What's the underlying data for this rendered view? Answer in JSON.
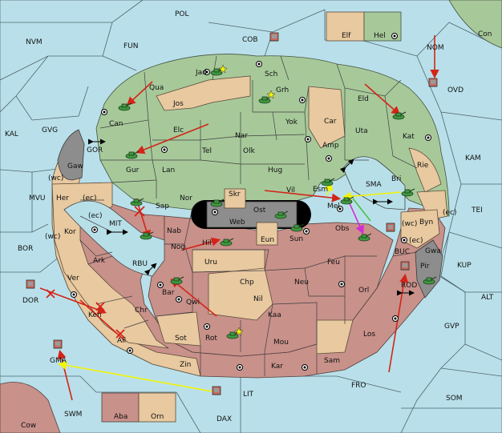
{
  "territories": {
    "POL": "POL",
    "NVM": "NVM",
    "FUN": "FUN",
    "COB": "COB",
    "Elf": "Elf",
    "Hel": "Hel",
    "Con": "Con",
    "NOM": "NOM",
    "OVD": "OVD",
    "KAL": "KAL",
    "GVG": "GVG",
    "GOR": "GOR",
    "Gaw": "Gaw",
    "wc1": "(wc)",
    "MVU": "MVU",
    "Her": "Her",
    "ec1": "(ec)",
    "Kor": "Kor",
    "wc2": "(wc)",
    "ec2": "(ec)",
    "MIT": "MIT",
    "BOR": "BOR",
    "Ark": "Ark",
    "RBU": "RBU",
    "Ver": "Ver",
    "DOR": "DOR",
    "Ken": "Ken",
    "Chr": "Chr",
    "Ail": "Ail",
    "GMA": "GMA",
    "SWM": "SWM",
    "Cow": "Cow",
    "Aba": "Aba",
    "Orn": "Orn",
    "DAX": "DAX",
    "LIT": "LIT",
    "Zin": "Zin",
    "Kar": "Kar",
    "Sam": "Sam",
    "FRO": "FRO",
    "SOM": "SOM",
    "GVP": "GVP",
    "ALT": "ALT",
    "KUP": "KUP",
    "TEI": "TEI",
    "KAM": "KAM",
    "Jad": "Jad",
    "Sch": "Sch",
    "Qua": "Qua",
    "Jos": "Jos",
    "Grh": "Grh",
    "Can": "Can",
    "Elc": "Elc",
    "Nar": "Nar",
    "Yok": "Yok",
    "Car": "Car",
    "Eld": "Eld",
    "Kat": "Kat",
    "Uta": "Uta",
    "Gur": "Gur",
    "Tel": "Tel",
    "Olk": "Olk",
    "Amp": "Amp",
    "Lan": "Lan",
    "Hug": "Hug",
    "Rie": "Rie",
    "Bri": "Bri",
    "SMA": "SMA",
    "Esm": "Esm",
    "Vil": "Vil",
    "Nor": "Nor",
    "Skr": "Skr",
    "Ost": "Ost",
    "Web": "Web",
    "Sap": "Sap",
    "Mel": "Mel",
    "Byn": "Byn",
    "ec3": "(ec)",
    "Nab": "Nab",
    "Eun": "Eun",
    "Sun": "Sun",
    "Obs": "Obs",
    "wc3": "(wc)",
    "Gwa": "Gwa",
    "ec4": "(ec)",
    "BUC": "BUC",
    "Pir": "Pir",
    "Nog": "Nog",
    "Hil": "Hil",
    "Uru": "Uru",
    "Feu": "Feu",
    "Chp": "Chp",
    "Neu": "Neu",
    "Orl": "Orl",
    "ROD": "ROD",
    "Bar": "Bar",
    "Qwi": "Qwi",
    "Nil": "Nil",
    "Kaa": "Kaa",
    "Sot": "Sot",
    "Rot": "Rot",
    "Mou": "Mou",
    "Los": "Los"
  },
  "colors": {
    "sea": "#b9e0ea",
    "green": "#a7c99a",
    "tan": "#e8c9a0",
    "red": "#c8918a",
    "grey": "#8d8d8d",
    "green_unit": "#3f9a3f",
    "red_unit": "#c96b5f",
    "arrow_red": "#d42418",
    "arrow_yellow": "#f4f400",
    "arrow_pink": "#d22ed2"
  },
  "icons": [
    "army-unit-icon",
    "fleet-unit-icon",
    "supply-center-icon",
    "star-icon",
    "double-arrow-icon"
  ]
}
